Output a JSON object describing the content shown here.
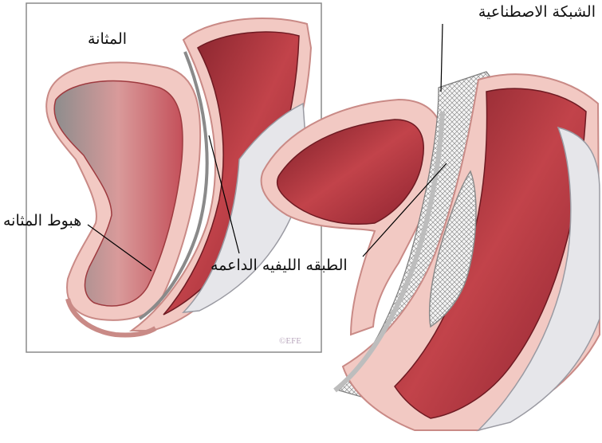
{
  "labels": {
    "bladder": "المثانة",
    "mesh": "الشبكة الاصطناعية",
    "prolapse": "هبوط المثانه",
    "fascia": "الطبقه الليفيه الداعمه"
  },
  "watermark": "©EFE",
  "colors": {
    "outline_frame": "#8a8a8a",
    "tissue_pink": "#f2c9c3",
    "muscle_red": "#b8373d",
    "muscle_dark": "#6e1a22",
    "mesh_gray": "#cfcfcf",
    "wall_gray": "#e6e6ea"
  }
}
